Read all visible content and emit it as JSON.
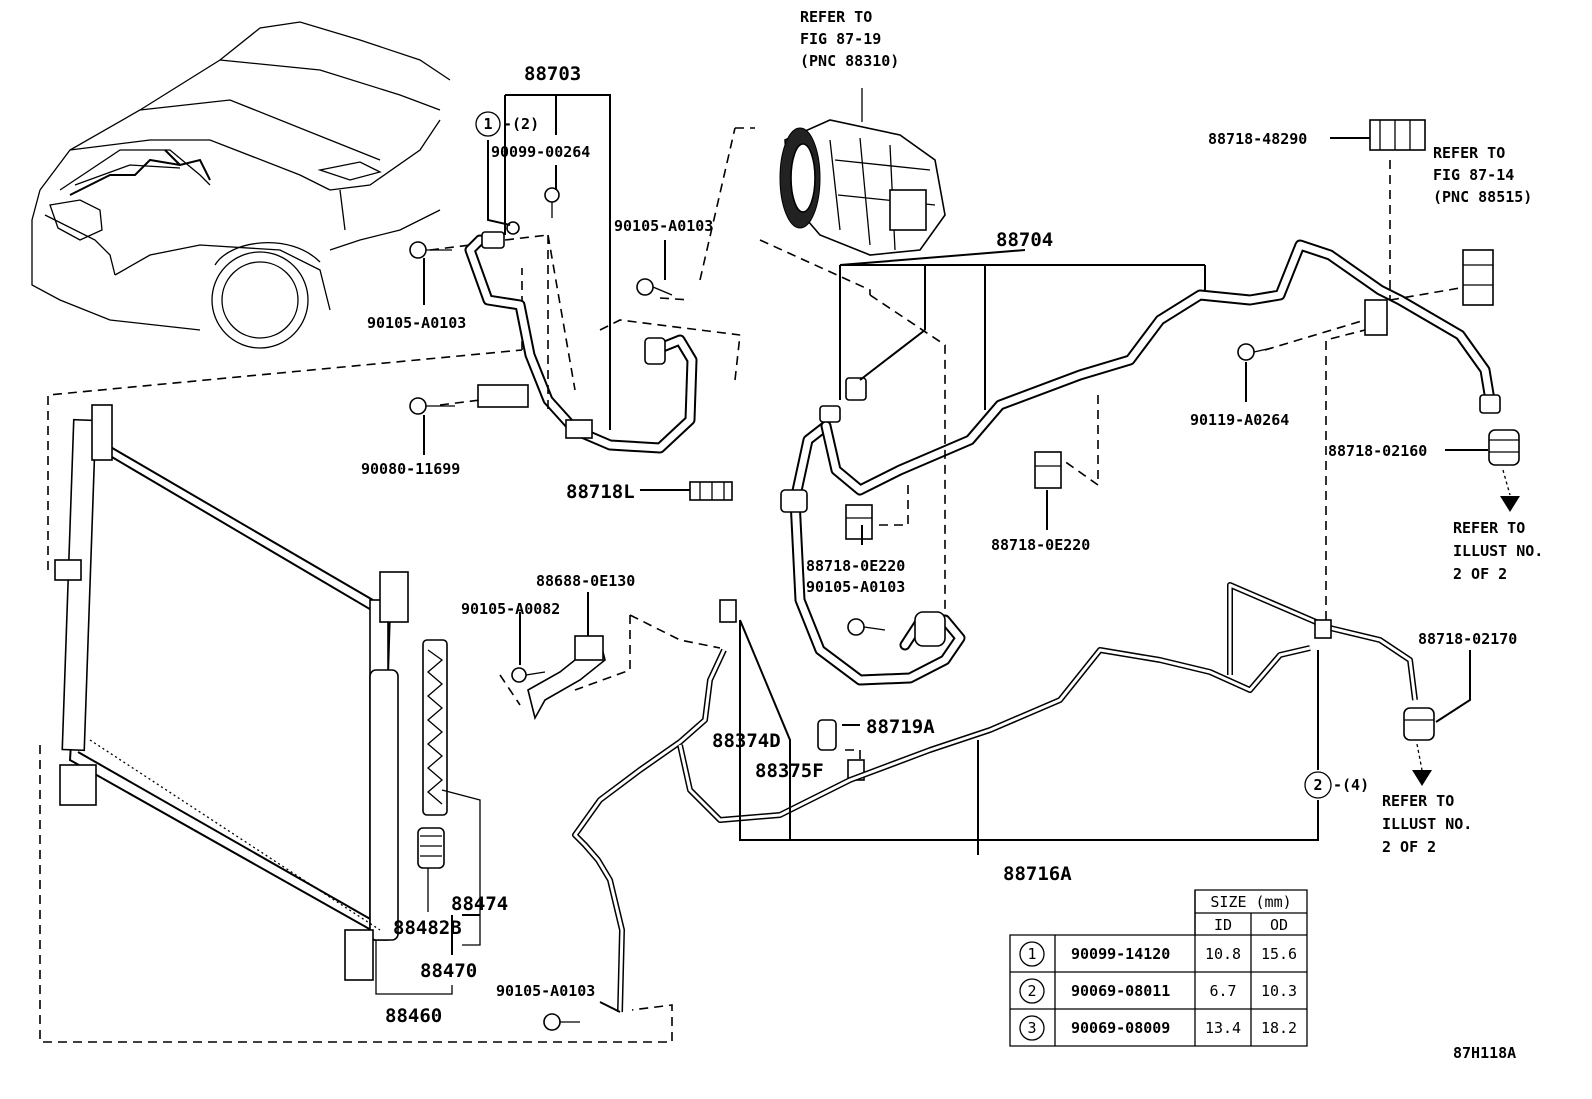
{
  "diagram_id": "87H118A",
  "refer_notes": {
    "compressor": [
      "REFER TO",
      "FIG 87-19",
      "(PNC 88310)"
    ],
    "pressure_switch": [
      "REFER TO",
      "FIG 87-14",
      "(PNC 88515)"
    ],
    "illust_upper": [
      "REFER TO",
      "ILLUST NO.",
      "2 OF 2"
    ],
    "illust_lower": [
      "REFER TO",
      "ILLUST NO.",
      "2 OF 2"
    ]
  },
  "parts": {
    "p88703": "88703",
    "p88704": "88704",
    "p88718_48290": "88718-48290",
    "p88718_02160": "88718-02160",
    "p88718_02170": "88718-02170",
    "p88718L": "88718L",
    "p88718_0E220_a": "88718-0E220",
    "p88718_0E220_b": "88718-0E220",
    "p88688_0E130": "88688-0E130",
    "p88719A": "88719A",
    "p88374D": "88374D",
    "p88375F": "88375F",
    "p88716A": "88716A",
    "p88474": "88474",
    "p88482B": "88482B",
    "p88470": "88470",
    "p88460": "88460",
    "p90099_00264": "90099-00264",
    "p90105_A0103_a": "90105-A0103",
    "p90105_A0103_b": "90105-A0103",
    "p90105_A0103_c": "90105-A0103",
    "p90105_A0103_d": "90105-A0103",
    "p90105_A0082": "90105-A0082",
    "p90080_11699": "90080-11699",
    "p90119_A0264": "90119-A0264"
  },
  "callouts": {
    "c1_num": "1",
    "c1_qty": "-(2)",
    "c2_num": "2",
    "c2_qty": "-(4)"
  },
  "size_table": {
    "header": "SIZE (mm)",
    "col_id": "ID",
    "col_od": "OD",
    "rows": [
      {
        "num": "1",
        "part": "90099-14120",
        "id": "10.8",
        "od": "15.6"
      },
      {
        "num": "2",
        "part": "90069-08011",
        "id": "6.7",
        "od": "10.3"
      },
      {
        "num": "3",
        "part": "90069-08009",
        "id": "13.4",
        "od": "18.2"
      }
    ]
  }
}
